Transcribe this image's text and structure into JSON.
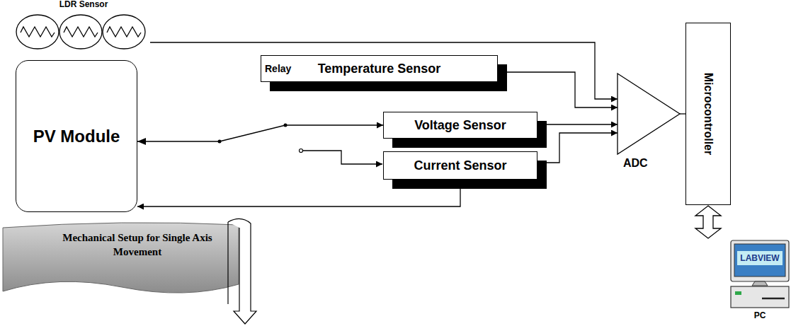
{
  "diagram": {
    "nodes": [
      {
        "text": [
          "LDR Sensor"
        ]
      },
      {
        "text": [
          "PV Module"
        ]
      },
      {
        "text": [
          "Mechanical Setup for Single Axis Movement"
        ]
      },
      {
        "text": [
          "Temperature Sensor"
        ]
      },
      {
        "text": [
          "Voltage Sensor"
        ]
      },
      {
        "text": [
          "Current Sensor"
        ]
      },
      {
        "text": [
          "ADC"
        ]
      },
      {
        "text": [
          "Microcontroller"
        ]
      },
      {
        "text": [
          "LABVIEW",
          "PC"
        ]
      }
    ],
    "edges": [
      {
        "from": 0,
        "to": 6,
        "arrow": "to"
      },
      {
        "from": 3,
        "to": 6,
        "arrow": "to"
      },
      {
        "from": 4,
        "to": 6,
        "arrow": "to"
      },
      {
        "from": 5,
        "to": 6,
        "arrow": "to"
      },
      {
        "from": 1,
        "to": 4,
        "arrow": "to"
      },
      {
        "from": 5,
        "to": 1,
        "arrow": "to"
      },
      {
        "from": 6,
        "to": 7,
        "arrow": "none"
      },
      {
        "from": 7,
        "to": 8,
        "arrow": "both"
      }
    ],
    "labels": [
      "Relay"
    ]
  }
}
